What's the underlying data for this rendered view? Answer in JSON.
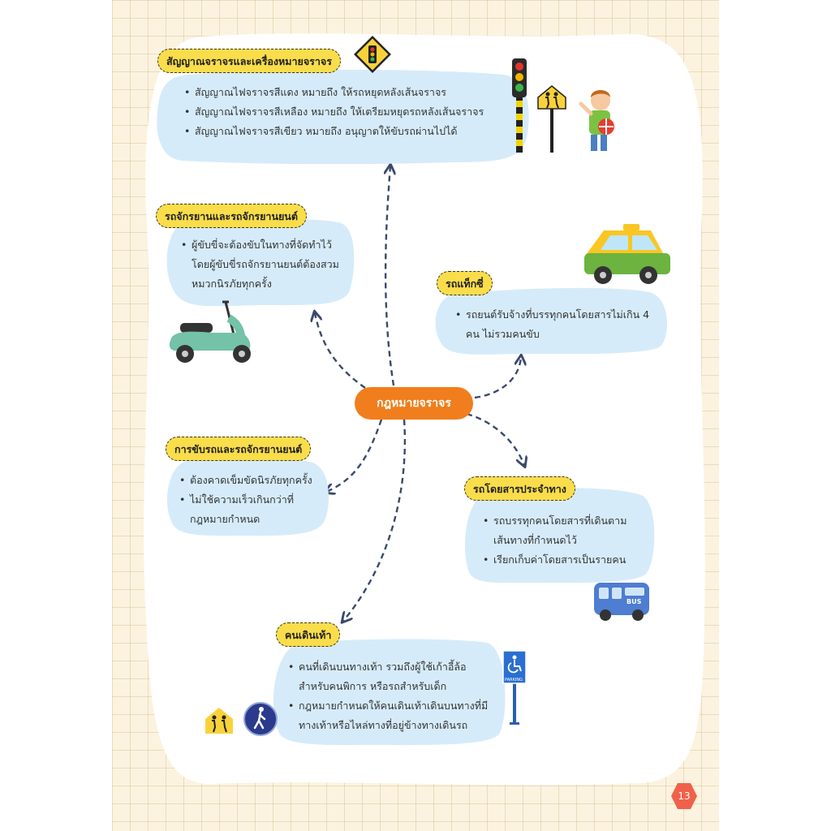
{
  "center": "กฎหมายจราจร",
  "page_number": "13",
  "nodes": {
    "signals": {
      "title": "สัญญาณจราจรและเครื่องหมายจราจร",
      "items": [
        "สัญญาณไฟจราจรสีแดง หมายถึง ให้รถหยุดหลังเส้นจราจร",
        "สัญญาณไฟจราจรสีเหลือง หมายถึง ให้เตรียมหยุดรถหลังเส้นจราจร",
        "สัญญาณไฟจราจรสีเขียว หมายถึง อนุญาตให้ขับรถผ่านไปได้"
      ]
    },
    "motorcycle": {
      "title": "รถจักรยานและรถจักรยานยนต์",
      "items": [
        "ผู้ขับขี่จะต้องขับในทางที่จัดทำไว้ โดยผู้ขับขี่รถจักรยานยนต์ต้องสวมหมวกนิรภัยทุกครั้ง"
      ]
    },
    "taxi": {
      "title": "รถแท็กซี่",
      "items": [
        "รถยนต์รับจ้างที่บรรทุกคนโดยสารไม่เกิน 4 คน ไม่รวมคนขับ"
      ]
    },
    "driving": {
      "title": "การขับรถและรถจักรยานยนต์",
      "items": [
        "ต้องคาดเข็มขัดนิรภัยทุกครั้ง",
        "ไม่ใช้ความเร็วเกินกว่าที่กฎหมายกำหนด"
      ]
    },
    "bus": {
      "title": "รถโดยสารประจำทาง",
      "items": [
        "รถบรรทุกคนโดยสารที่เดินตามเส้นทางที่กำหนดไว้",
        "เรียกเก็บค่าโดยสารเป็นรายคน"
      ]
    },
    "pedestrian": {
      "title": "คนเดินเท้า",
      "items": [
        "คนที่เดินบนทางเท้า รวมถึงผู้ใช้เก้าอี้ล้อสำหรับคนพิการ หรือรถสำหรับเด็ก",
        "กฎหมายกำหนดให้คนเดินเท้าเดินบนทางที่มีทางเท้าหรือไหล่ทางที่อยู่ข้างทางเดินรถ"
      ]
    }
  },
  "sign_texts": {
    "bus_label": "BUS",
    "parking_label": "PARKING"
  },
  "colors": {
    "orange": "#f07e1c",
    "yellow": "#f9dd4a",
    "light_blue": "#d6ebf9",
    "navy": "#3a4a6b"
  }
}
